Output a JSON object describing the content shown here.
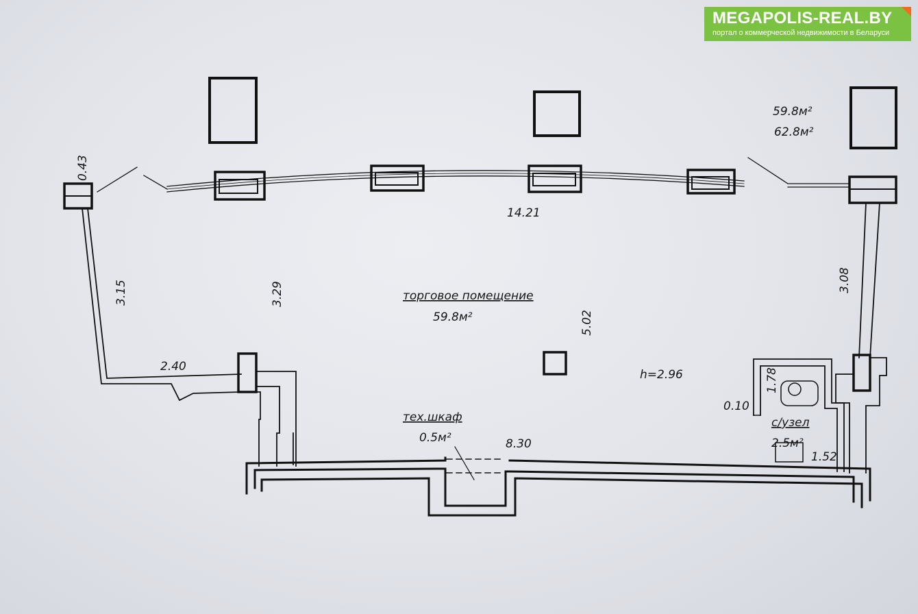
{
  "watermark": {
    "site": "MEGAPOLIS-REAL.BY",
    "tagline": "портал о коммерческой недвижимости в Беларуси",
    "bg_color": "#7cc242",
    "corner_color": "#f26b21"
  },
  "plan": {
    "room_name": "торговое помещение",
    "room_area": "59.8м²",
    "corner_area_1": "59.8м²",
    "corner_area_2": "62.8м²",
    "height": "h=2.96",
    "tech_name": "тех.шкаф",
    "tech_area": "0.5м²",
    "wc_name": "с/узел",
    "wc_area": "2.5м²",
    "dimensions": {
      "top_width": "14.21",
      "bottom_width": "8.30",
      "left_edge": "3.15",
      "left_inner": "3.29",
      "right_edge": "3.08",
      "center_depth": "5.02",
      "left_step": "2.40",
      "top_corner": "0.43",
      "wc_depth": "1.78",
      "wc_wall": "0.10",
      "wc_width": "1.52"
    }
  }
}
